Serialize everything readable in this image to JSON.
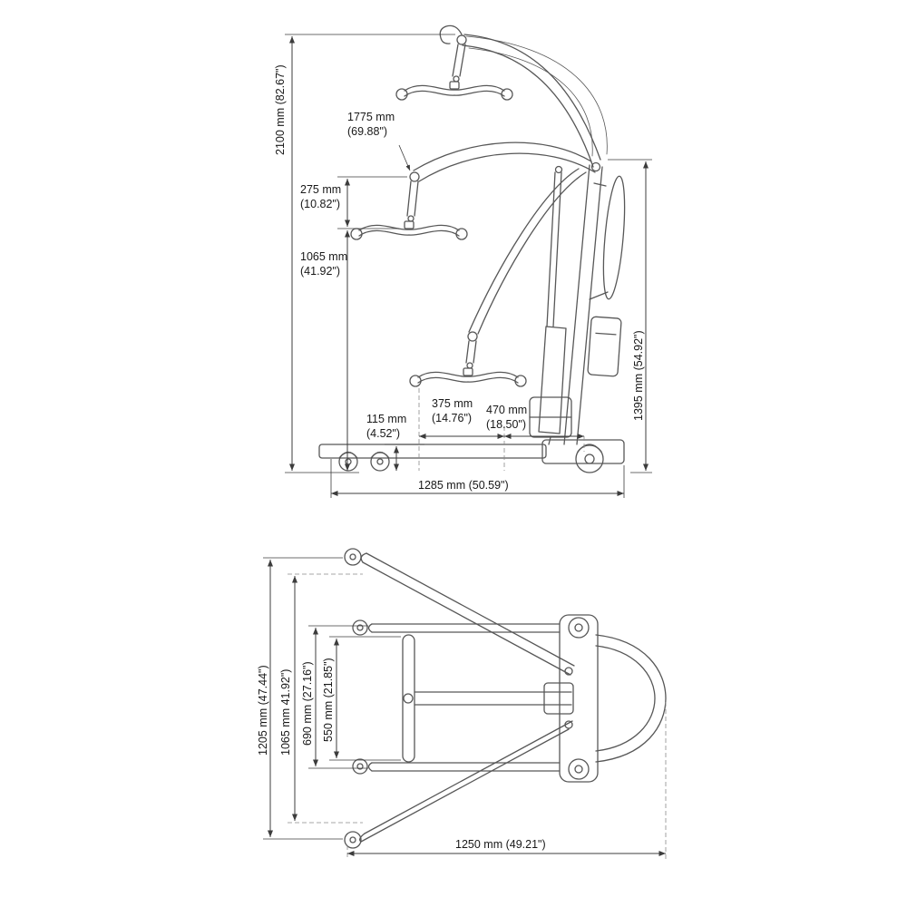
{
  "colors": {
    "ink": "#575757",
    "dim": "#3c3c3c",
    "ext": "#8a8a8a"
  },
  "side_view": {
    "d2100": "2100 mm (82.67\")",
    "d1775": {
      "mm": "1775 mm",
      "in": "(69.88\")"
    },
    "d275": {
      "mm": "275 mm",
      "in": "(10.82\")"
    },
    "d1065": {
      "mm": "1065 mm",
      "in": "(41.92\")"
    },
    "d1395": "1395 mm (54.92\")",
    "d375": {
      "mm": "375 mm",
      "in": "(14.76\")"
    },
    "d470": {
      "mm": "470 mm",
      "in": "(18.50\")"
    },
    "d115": {
      "mm": "115 mm",
      "in": "(4.52\")"
    },
    "d1285": "1285 mm (50.59\")"
  },
  "top_view": {
    "d1205": "1205 mm (47.44\")",
    "d1065": "1065 mm 41.92\")",
    "d690": "690 mm (27.16\")",
    "d550": "550 mm (21.85\")",
    "d1250": "1250 mm (49.21\")"
  }
}
